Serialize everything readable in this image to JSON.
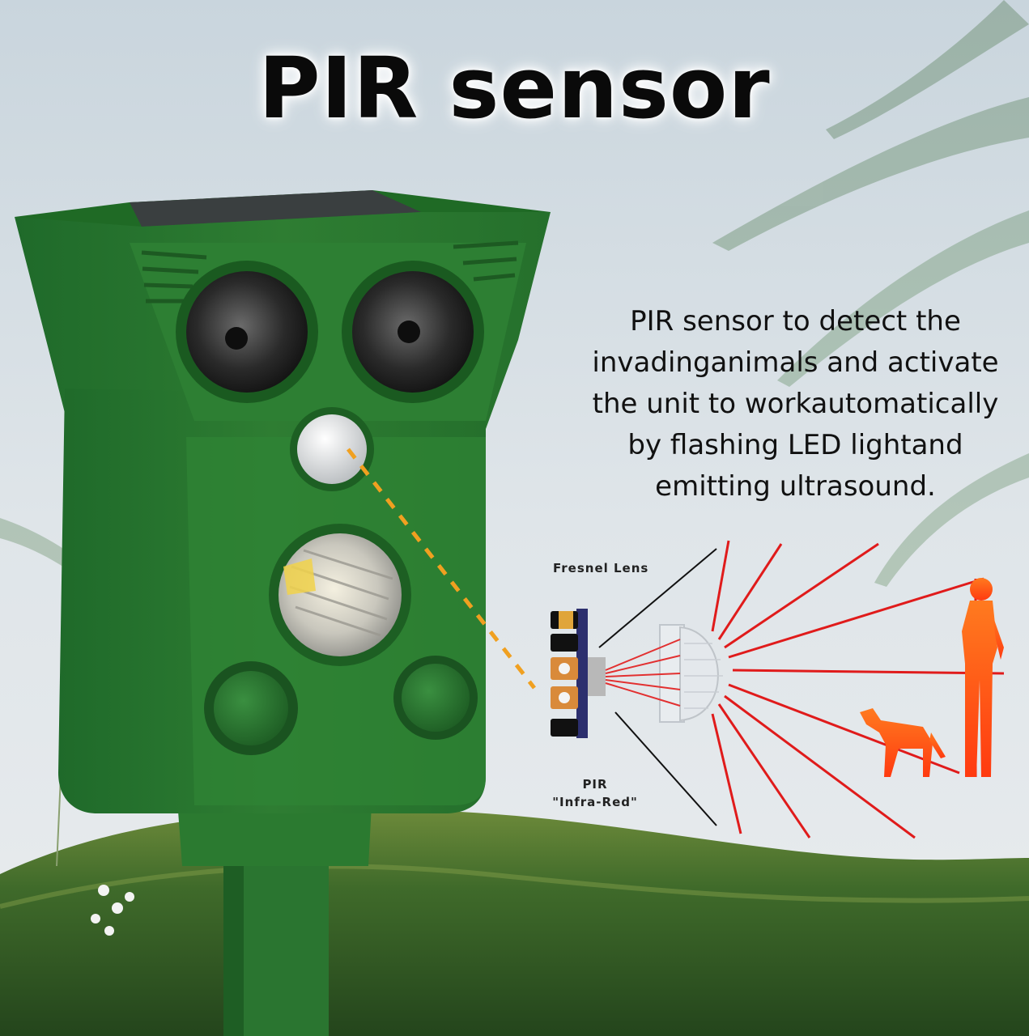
{
  "headline": "PIR sensor",
  "description_lines": [
    "PIR sensor to detect the",
    "invadinganimals and activate",
    "the unit to workautomatically",
    "by flashing LED lightand",
    "emitting ultrasound."
  ],
  "diagram": {
    "fresnel_label": "Fresnel Lens",
    "pir_label_line1": "PIR",
    "pir_label_line2": "\"Infra-Red\""
  },
  "colors": {
    "device_green": "#2e7d32",
    "ray_red": "#e01b1b",
    "figure_orange": "#ff5a1f",
    "guide_dash": "#f0a020"
  }
}
